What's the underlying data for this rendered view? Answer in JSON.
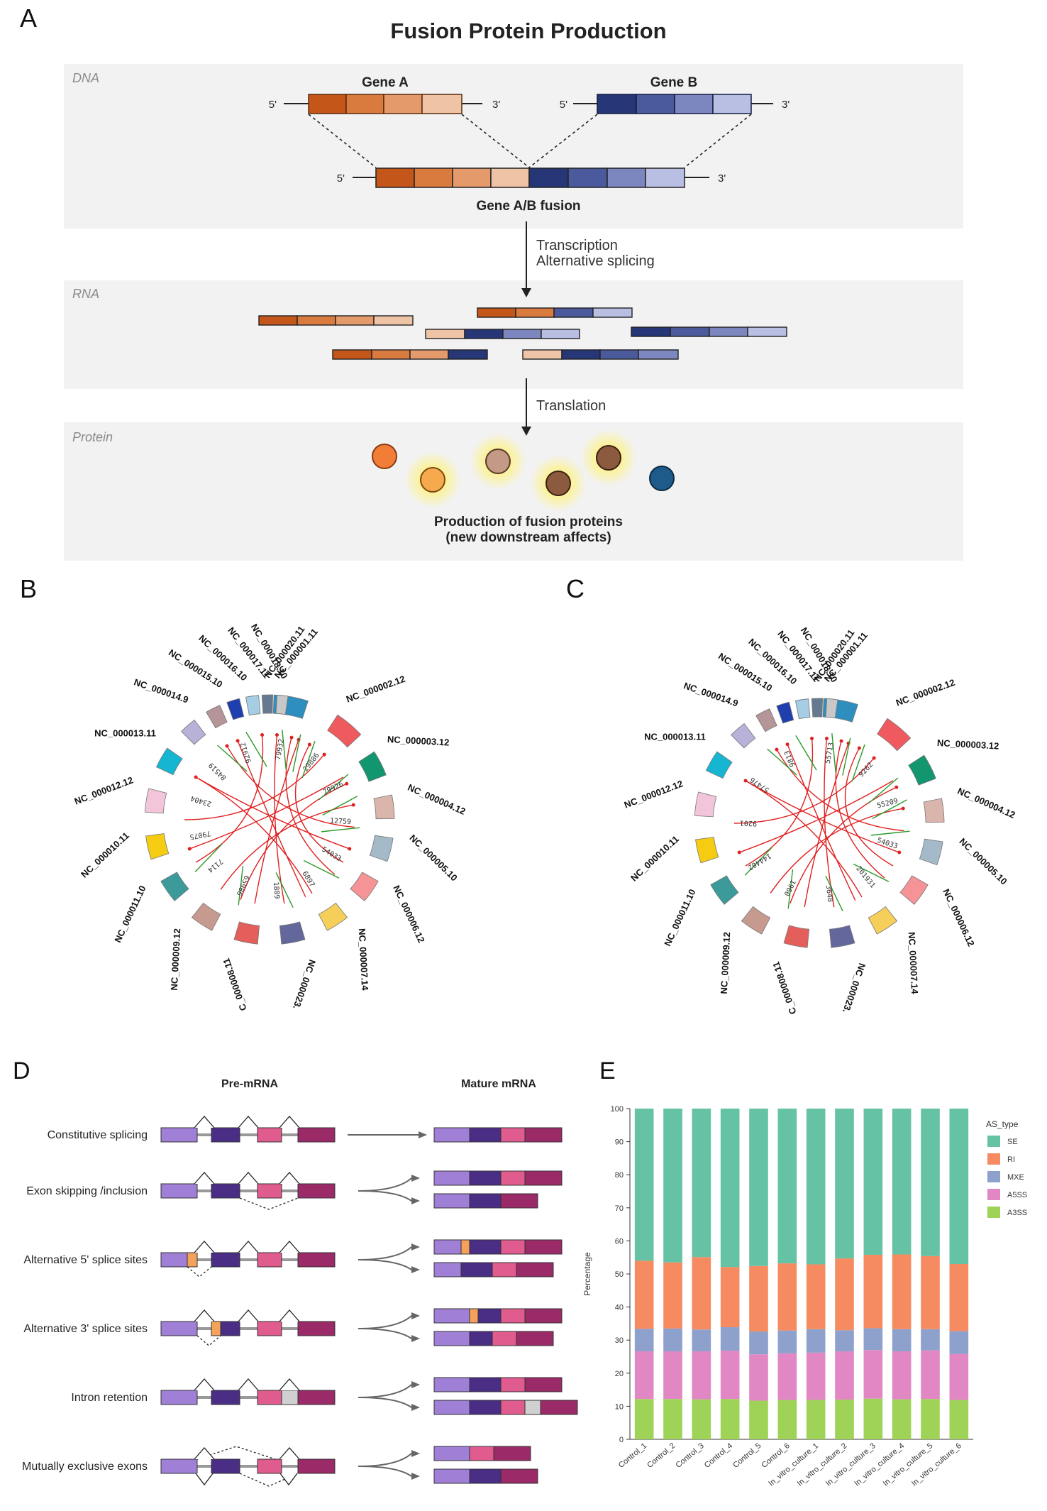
{
  "panel_a": {
    "letter": "A",
    "title": "Fusion Protein Production",
    "dna_label": "DNA",
    "gene_a": "Gene A",
    "gene_b": "Gene B",
    "prime5": "5'",
    "prime3": "3'",
    "fusion_label": "Gene A/B fusion",
    "arrow1_line1": "Transcription",
    "arrow1_line2": "Alternative splicing",
    "rna_label": "RNA",
    "arrow2": "Translation",
    "protein_label": "Protein",
    "protein_caption_1": "Production of fusion proteins",
    "protein_caption_2": "(new downstream affects)",
    "colors": {
      "orange": [
        "#c4561a",
        "#d97a3f",
        "#e59a6c",
        "#efc4a6"
      ],
      "blue": [
        "#263677",
        "#4a5a9c",
        "#7c87bf",
        "#b8bfe3"
      ],
      "background": "#f2f2f2"
    }
  },
  "panel_b": {
    "letter": "B",
    "chromosomes": [
      "NC_000001.11",
      "NC_000002.12",
      "NC_000003.12",
      "NC_000004.12",
      "NC_000005.10",
      "NC_000006.12",
      "NC_000007.14",
      "NC_000023.",
      "C_000008.11",
      "NC_000009.12",
      "NC_000011.10",
      "NC_000010.11",
      "NC_000012.12",
      "NC_000013.11",
      "NC_000014.9",
      "NC_000015.10",
      "NC_000016.10",
      "NC_000017.11",
      "NC_000018.10",
      "NC_000020.11"
    ],
    "numbers": [
      "79932",
      "29886",
      "79926",
      "12759",
      "54033",
      "6897",
      "1809",
      "65986",
      "7114",
      "79075",
      "23404",
      "84519",
      "92912"
    ]
  },
  "panel_c": {
    "letter": "C",
    "chromosomes": [
      "NC_000001.11",
      "NC_000002.12",
      "NC_000003.12",
      "NC_000004.12",
      "NC_000005.10",
      "NC_000006.12",
      "NC_000007.14",
      "NC_000023.",
      "C_000008.11",
      "NC_000009.12",
      "NC_000011.10",
      "NC_000010.11",
      "NC_000012.12",
      "NC_000013.11",
      "NC_000014.9",
      "NC_000015.10",
      "NC_000016.10",
      "NC_000017.11",
      "NC_000018.10",
      "NC_000020.11"
    ],
    "numbers": [
      "55713",
      "9262",
      "55209",
      "54033",
      "201931",
      "3648",
      "1960",
      "144402",
      "9201",
      "57476",
      "9813"
    ]
  },
  "segment_colors": [
    "#2e8fbf",
    "#ef5a5f",
    "#12966f",
    "#d9b5ac",
    "#a4bac8",
    "#f59396",
    "#f5cf59",
    "#63679c",
    "#e45f5c",
    "#c69a8f",
    "#3c9a9a",
    "#f5cc12",
    "#f2c5da",
    "#16b6d3",
    "#b8b1d8",
    "#b59597",
    "#1f3fae",
    "#a5cde3",
    "#657a91",
    "#c8c8c8"
  ],
  "panel_d": {
    "letter": "D",
    "col_pre": "Pre-mRNA",
    "col_mature": "Mature mRNA",
    "rows": [
      "Constitutive splicing",
      "Exon skipping /inclusion",
      "Alternative 5' splice sites",
      "Alternative 3' splice sites",
      "Intron retention",
      "Mutually exclusive exons"
    ]
  },
  "chart_data": {
    "type": "bar",
    "stacked": true,
    "letter": "E",
    "ylabel": "Percentage",
    "ylim": [
      0,
      100
    ],
    "yticks": [
      "0",
      "10",
      "20",
      "30",
      "40",
      "50",
      "60",
      "70",
      "80",
      "90",
      "100"
    ],
    "legend_title": "AS_type",
    "legend_position": "right",
    "categories": [
      "Control_1",
      "Control_2",
      "Control_3",
      "Control_4",
      "Control_5",
      "Control_6",
      "In_vitro_culture_1",
      "In_vitro_culture_2",
      "In_vitro_culture_3",
      "In_vitro_culture_4",
      "In_vitro_culture_5",
      "In_vitro_culture_6"
    ],
    "series": [
      {
        "name": "A3SS",
        "color": "#9fd357",
        "values": [
          12.2,
          12.2,
          12.1,
          12.2,
          11.7,
          11.9,
          11.9,
          12.0,
          12.3,
          12.1,
          12.2,
          11.9
        ]
      },
      {
        "name": "A5SS",
        "color": "#e187c3",
        "values": [
          14.4,
          14.4,
          14.5,
          14.6,
          14.0,
          14.1,
          14.3,
          14.6,
          14.7,
          14.5,
          14.7,
          13.9
        ]
      },
      {
        "name": "MXE",
        "color": "#8ea0cc",
        "values": [
          6.8,
          6.9,
          6.6,
          7.1,
          6.9,
          6.9,
          7.1,
          6.4,
          6.6,
          6.7,
          6.4,
          6.9
        ]
      },
      {
        "name": "RI",
        "color": "#f68b62",
        "values": [
          20.6,
          20.0,
          21.9,
          18.2,
          19.8,
          20.3,
          19.6,
          21.7,
          22.2,
          22.6,
          22.1,
          20.3
        ]
      },
      {
        "name": "SE",
        "color": "#66c2a5",
        "values": [
          46.0,
          46.5,
          44.9,
          47.9,
          47.6,
          46.8,
          47.1,
          45.3,
          44.2,
          44.1,
          44.6,
          47.0
        ]
      }
    ],
    "legend_order": [
      "SE",
      "RI",
      "MXE",
      "A5SS",
      "A3SS"
    ]
  }
}
